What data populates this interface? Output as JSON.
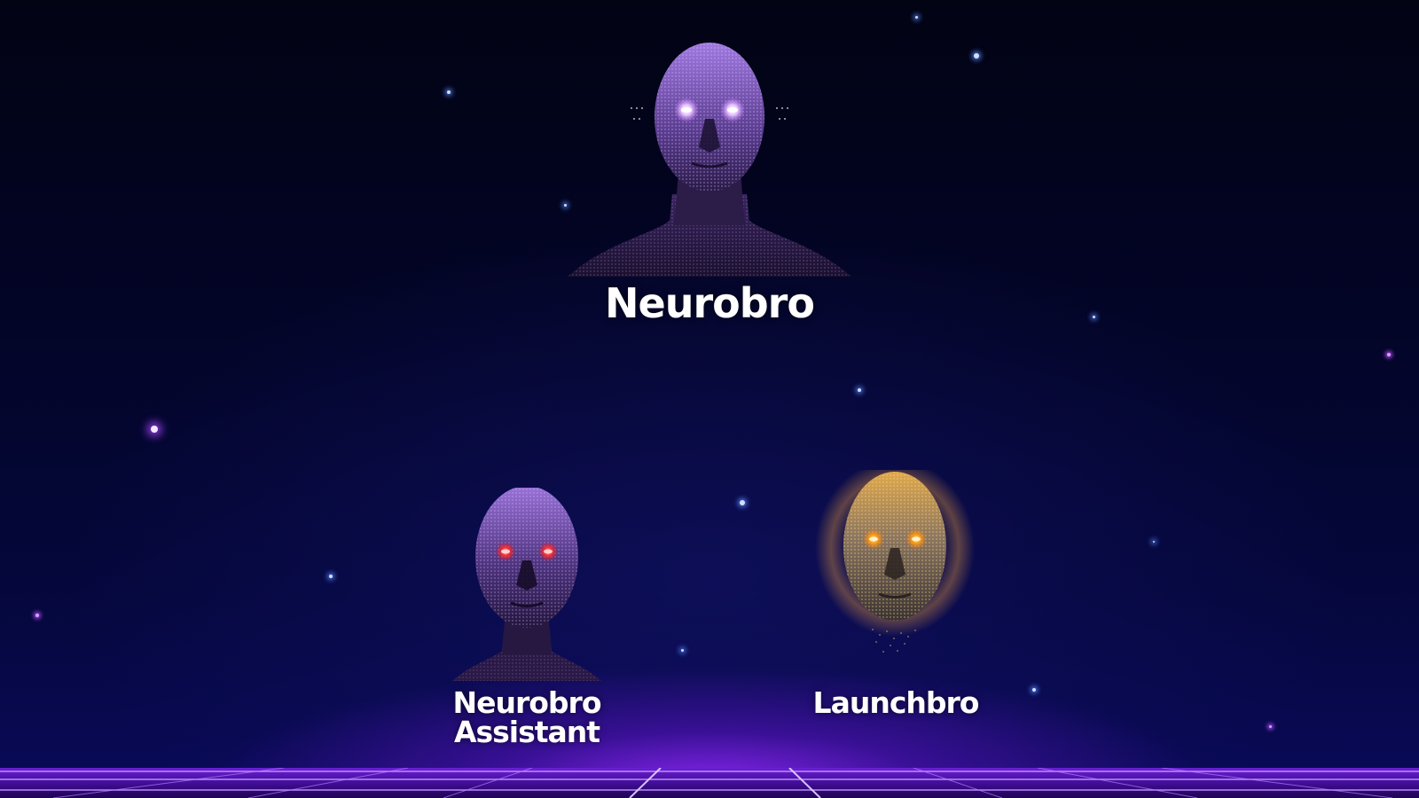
{
  "scene": {
    "background_color": "#03052a",
    "glow_color": "#9628ff"
  },
  "characters": [
    {
      "id": "neurobro",
      "name": "Neurobro",
      "eye_color": "#f1dcff",
      "head_color": "#8a62c8"
    },
    {
      "id": "neurobro-assistant",
      "name_line_1": "Neurobro",
      "name_line_2": "Assistant",
      "eye_color": "#ff2a2a",
      "head_color": "#8a5ac0"
    },
    {
      "id": "launchbro",
      "name": "Launchbro",
      "eye_color": "#ffa41c",
      "head_color": "#d6a24a"
    }
  ]
}
